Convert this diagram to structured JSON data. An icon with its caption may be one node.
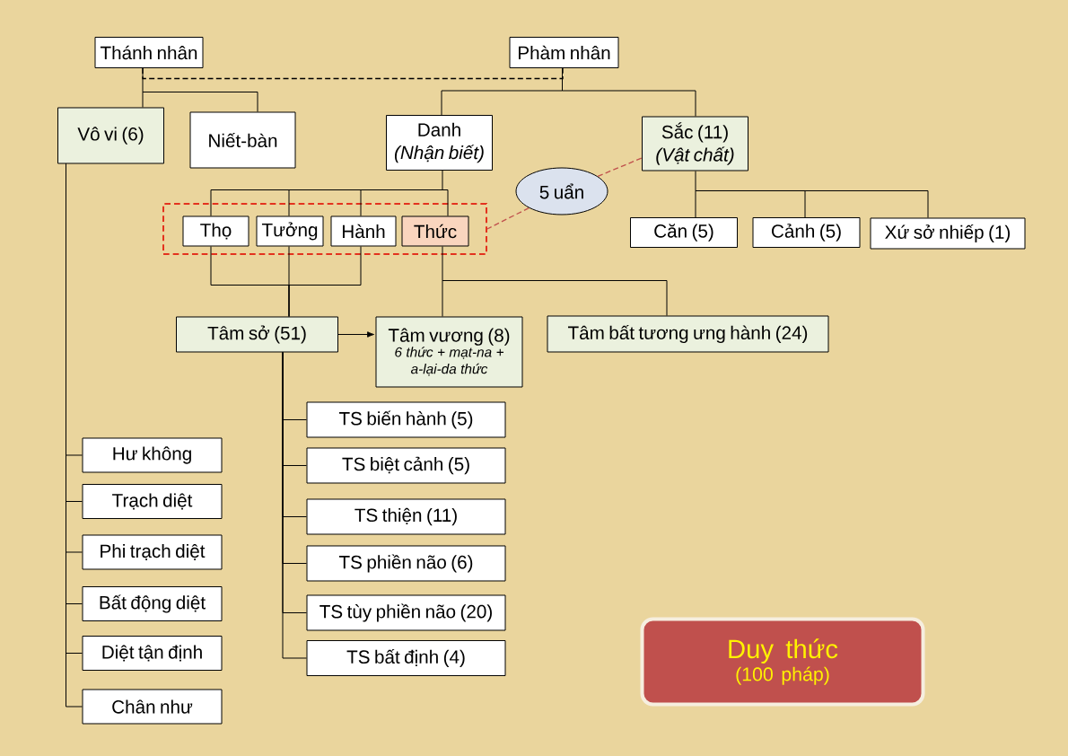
{
  "diagram": {
    "nodes": [
      {
        "text": [
          "Thánh nhân"
        ]
      },
      {
        "text": [
          "Phàm nhân"
        ]
      },
      {
        "text": [
          "Vô vi (6)"
        ]
      },
      {
        "text": [
          "Niết-bàn"
        ]
      },
      {
        "text": [
          "Danh",
          "(Nhận biết)"
        ]
      },
      {
        "text": [
          "Sắc (11)",
          "(Vật chất)"
        ]
      },
      {
        "text": [
          "5 uẩn"
        ]
      },
      {
        "text": [],
        "shape": "box"
      },
      {
        "text": [
          "Thọ"
        ],
        "in": 7
      },
      {
        "text": [
          "Tưởng"
        ],
        "in": 7
      },
      {
        "text": [
          "Hành"
        ],
        "in": 7
      },
      {
        "text": [
          "Thức"
        ],
        "in": 7
      },
      {
        "text": [
          "Căn (5)"
        ]
      },
      {
        "text": [
          "Cảnh (5)"
        ]
      },
      {
        "text": [
          "Xứ sở nhiếp (1)"
        ]
      },
      {
        "text": [
          "Tâm sở (51)"
        ]
      },
      {
        "text": [
          "Tâm vương (8)",
          "6 thức + mạt-na + a-lại-da thức"
        ]
      },
      {
        "text": [
          "Tâm bất tương ưng hành (24)"
        ]
      },
      {
        "text": [
          "TS biến hành (5)"
        ]
      },
      {
        "text": [
          "TS biệt cảnh (5)"
        ]
      },
      {
        "text": [
          "TS thiện (11)"
        ]
      },
      {
        "text": [
          "TS phiền não (6)"
        ]
      },
      {
        "text": [
          "TS tùy phiền não (20)"
        ]
      },
      {
        "text": [
          "TS bất định (4)"
        ]
      },
      {
        "text": [
          "Hư không"
        ]
      },
      {
        "text": [
          "Trạch diệt"
        ]
      },
      {
        "text": [
          "Phi trạch diệt"
        ]
      },
      {
        "text": [
          "Bất động diệt"
        ]
      },
      {
        "text": [
          "Diệt tận định"
        ]
      },
      {
        "text": [
          "Chân như"
        ]
      },
      {
        "text": [
          "Duy thức",
          "(100 pháp)"
        ]
      }
    ],
    "edges": [
      {
        "from": 0,
        "to": 2,
        "arrow": "none"
      },
      {
        "from": 0,
        "to": 3,
        "arrow": "none"
      },
      {
        "from": 0,
        "to": 1,
        "arrow": "none",
        "style": "dashed"
      },
      {
        "from": 1,
        "to": 4,
        "arrow": "none"
      },
      {
        "from": 1,
        "to": 5,
        "arrow": "none"
      },
      {
        "from": 4,
        "to": 8,
        "arrow": "none"
      },
      {
        "from": 4,
        "to": 9,
        "arrow": "none"
      },
      {
        "from": 4,
        "to": 10,
        "arrow": "none"
      },
      {
        "from": 4,
        "to": 11,
        "arrow": "none"
      },
      {
        "from": 5,
        "to": 12,
        "arrow": "none"
      },
      {
        "from": 5,
        "to": 13,
        "arrow": "none"
      },
      {
        "from": 5,
        "to": 14,
        "arrow": "none"
      },
      {
        "from": 6,
        "to": 5,
        "arrow": "none",
        "style": "dashed",
        "color": "#c0504d"
      },
      {
        "from": 6,
        "to": 7,
        "arrow": "none",
        "style": "dashed",
        "color": "#c0504d"
      },
      {
        "from": 8,
        "to": 15,
        "arrow": "none"
      },
      {
        "from": 9,
        "to": 15,
        "arrow": "none"
      },
      {
        "from": 10,
        "to": 15,
        "arrow": "none"
      },
      {
        "from": 11,
        "to": 16,
        "arrow": "none"
      },
      {
        "from": 11,
        "to": 17,
        "arrow": "none"
      },
      {
        "from": 15,
        "to": 16,
        "arrow": "to"
      },
      {
        "from": 15,
        "to": 18,
        "arrow": "none"
      },
      {
        "from": 15,
        "to": 19,
        "arrow": "none"
      },
      {
        "from": 15,
        "to": 20,
        "arrow": "none"
      },
      {
        "from": 15,
        "to": 21,
        "arrow": "none"
      },
      {
        "from": 15,
        "to": 22,
        "arrow": "none"
      },
      {
        "from": 15,
        "to": 23,
        "arrow": "none"
      },
      {
        "from": 2,
        "to": 24,
        "arrow": "none"
      },
      {
        "from": 2,
        "to": 25,
        "arrow": "none"
      },
      {
        "from": 2,
        "to": 26,
        "arrow": "none"
      },
      {
        "from": 2,
        "to": 27,
        "arrow": "none"
      },
      {
        "from": 2,
        "to": 28,
        "arrow": "none"
      },
      {
        "from": 2,
        "to": 29,
        "arrow": "none"
      }
    ]
  }
}
